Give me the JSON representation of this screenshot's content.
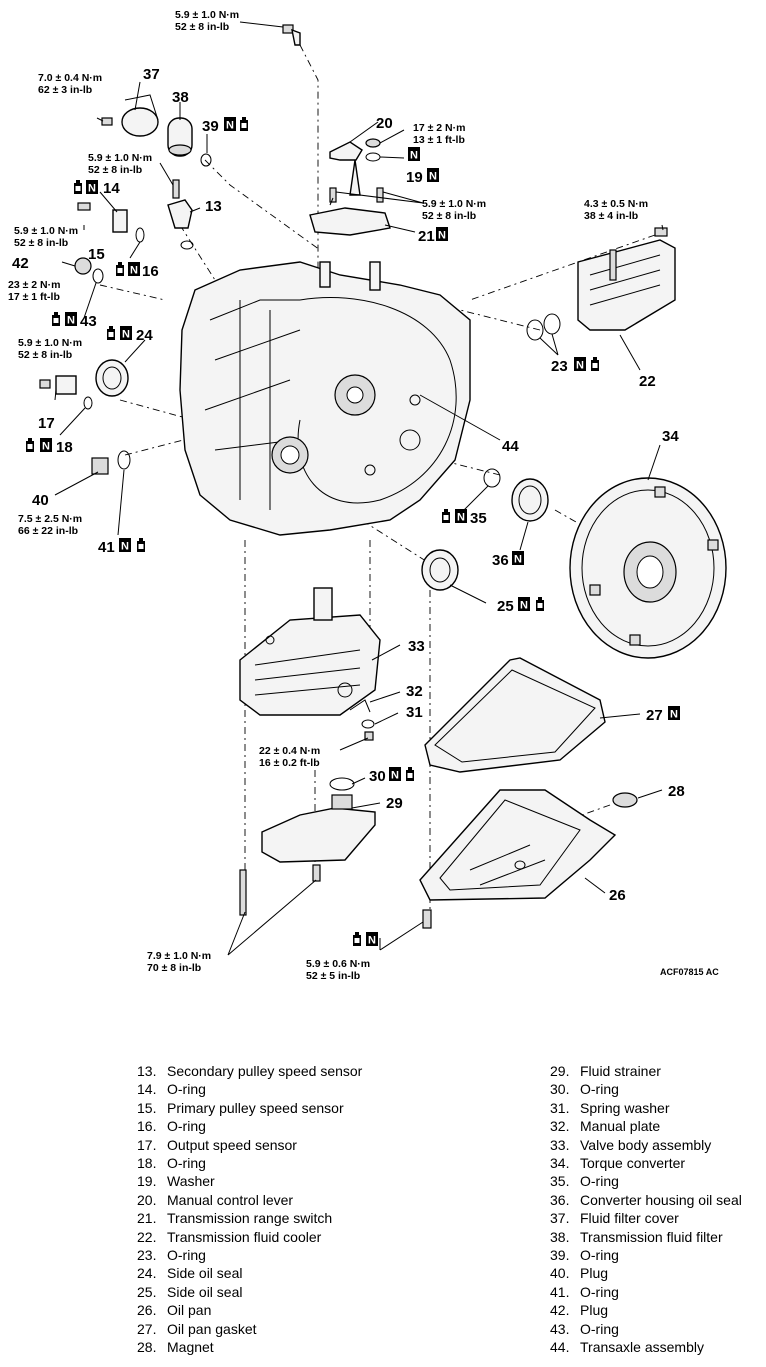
{
  "figure": {
    "code": "ACF07815 AC",
    "torques": {
      "t_top": [
        "5.9 ± 1.0 N·m",
        "52 ± 8 in-lb"
      ],
      "t37": [
        "7.0 ± 0.4 N·m",
        "62 ± 3 in-lb"
      ],
      "t19": [
        "17 ± 2 N·m",
        "13 ± 1 ft-lb"
      ],
      "t13": [
        "5.9 ± 1.0 N·m",
        "52 ± 8 in-lb"
      ],
      "t21": [
        "5.9 ± 1.0 N·m",
        "52 ± 8 in-lb"
      ],
      "t22": [
        "4.3 ± 0.5 N·m",
        "38 ± 4 in-lb"
      ],
      "t15": [
        "5.9 ± 1.0 N·m",
        "52 ± 8 in-lb"
      ],
      "t42": [
        "23 ± 2 N·m",
        "17 ± 1 ft-lb"
      ],
      "t17": [
        "5.9 ± 1.0 N·m",
        "52 ± 8 in-lb"
      ],
      "t40": [
        "7.5 ± 2.5 N·m",
        "66 ± 22 in-lb"
      ],
      "t31": [
        "22 ± 0.4 N·m",
        "16 ± 0.2 ft-lb"
      ],
      "t_bolt_left": [
        "7.9 ± 1.0 N·m",
        "70 ± 8 in-lb"
      ],
      "t_bolt_right": [
        "5.9 ± 0.6 N·m",
        "52 ± 5 in-lb"
      ]
    },
    "callouts": {
      "c13": "13",
      "c14": "14",
      "c15": "15",
      "c16": "16",
      "c17": "17",
      "c18": "18",
      "c19": "19",
      "c20": "20",
      "c21": "21",
      "c22": "22",
      "c23": "23",
      "c24": "24",
      "c25": "25",
      "c26": "26",
      "c27": "27",
      "c28": "28",
      "c29": "29",
      "c30": "30",
      "c31": "31",
      "c32": "32",
      "c33": "33",
      "c34": "34",
      "c35": "35",
      "c36": "36",
      "c37": "37",
      "c38": "38",
      "c39": "39",
      "c40": "40",
      "c41": "41",
      "c42": "42",
      "c43": "43",
      "c44": "44"
    },
    "new_part_marker": "N"
  },
  "legend_left": [
    {
      "num": "13.",
      "label": "Secondary pulley speed sensor"
    },
    {
      "num": "14.",
      "label": "O-ring"
    },
    {
      "num": "15.",
      "label": "Primary pulley speed sensor"
    },
    {
      "num": "16.",
      "label": "O-ring"
    },
    {
      "num": "17.",
      "label": "Output speed sensor"
    },
    {
      "num": "18.",
      "label": "O-ring"
    },
    {
      "num": "19.",
      "label": "Washer"
    },
    {
      "num": "20.",
      "label": "Manual control lever"
    },
    {
      "num": "21.",
      "label": "Transmission range switch"
    },
    {
      "num": "22.",
      "label": "Transmission fluid cooler"
    },
    {
      "num": "23.",
      "label": "O-ring"
    },
    {
      "num": "24.",
      "label": "Side oil seal"
    },
    {
      "num": "25.",
      "label": "Side oil seal"
    },
    {
      "num": "26.",
      "label": "Oil pan"
    },
    {
      "num": "27.",
      "label": "Oil pan gasket"
    },
    {
      "num": "28.",
      "label": "Magnet"
    }
  ],
  "legend_right": [
    {
      "num": "29.",
      "label": "Fluid strainer"
    },
    {
      "num": "30.",
      "label": "O-ring"
    },
    {
      "num": "31.",
      "label": "Spring washer"
    },
    {
      "num": "32.",
      "label": "Manual plate"
    },
    {
      "num": "33.",
      "label": "Valve body assembly"
    },
    {
      "num": "34.",
      "label": "Torque converter"
    },
    {
      "num": "35.",
      "label": "O-ring"
    },
    {
      "num": "36.",
      "label": "Converter housing oil seal"
    },
    {
      "num": "37.",
      "label": "Fluid filter cover"
    },
    {
      "num": "38.",
      "label": "Transmission fluid filter"
    },
    {
      "num": "39.",
      "label": "O-ring"
    },
    {
      "num": "40.",
      "label": "Plug"
    },
    {
      "num": "41.",
      "label": "O-ring"
    },
    {
      "num": "42.",
      "label": "Plug"
    },
    {
      "num": "43.",
      "label": "O-ring"
    },
    {
      "num": "44.",
      "label": "Transaxle assembly"
    }
  ]
}
